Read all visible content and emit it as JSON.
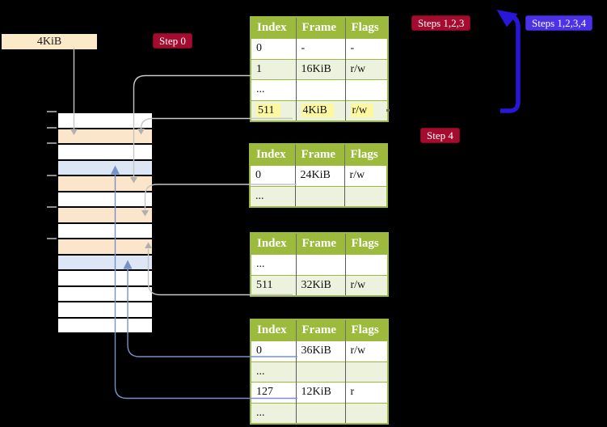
{
  "legend": {
    "frame_size": "4KiB"
  },
  "badges": {
    "step0": "Step 0",
    "steps123": "Steps 1,2,3",
    "steps1234": "Steps 1,2,3,4",
    "step4": "Step 4"
  },
  "table_headers": [
    "Index",
    "Frame",
    "Flags"
  ],
  "page_tables": {
    "pt1": {
      "rows": [
        {
          "cells": [
            "0",
            "-",
            "-"
          ],
          "shaded": false,
          "highlight": false
        },
        {
          "cells": [
            "1",
            "16KiB",
            "r/w"
          ],
          "shaded": true,
          "highlight": false
        },
        {
          "cells": [
            "...",
            "",
            ""
          ],
          "shaded": false,
          "highlight": false
        },
        {
          "cells": [
            "511",
            "4KiB",
            "r/w"
          ],
          "shaded": true,
          "highlight": true
        }
      ]
    },
    "pt2": {
      "rows": [
        {
          "cells": [
            "0",
            "24KiB",
            "r/w"
          ],
          "shaded": false,
          "highlight": false
        },
        {
          "cells": [
            "...",
            "",
            ""
          ],
          "shaded": true,
          "highlight": false
        }
      ]
    },
    "pt3": {
      "rows": [
        {
          "cells": [
            "...",
            "",
            ""
          ],
          "shaded": false,
          "highlight": false
        },
        {
          "cells": [
            "511",
            "32KiB",
            "r/w"
          ],
          "shaded": true,
          "highlight": false
        }
      ]
    },
    "pt4": {
      "rows": [
        {
          "cells": [
            "0",
            "36KiB",
            "r/w"
          ],
          "shaded": false,
          "highlight": false
        },
        {
          "cells": [
            "...",
            "",
            ""
          ],
          "shaded": true,
          "highlight": false
        },
        {
          "cells": [
            "127",
            "12KiB",
            "r"
          ],
          "shaded": false,
          "highlight": false
        },
        {
          "cells": [
            "...",
            "",
            ""
          ],
          "shaded": true,
          "highlight": false
        }
      ]
    }
  },
  "memory_map": {
    "rows": [
      "free",
      "mapped",
      "free",
      "mapped-alt",
      "mapped",
      "free",
      "mapped",
      "free",
      "mapped",
      "mapped-alt",
      "free",
      "free",
      "free",
      "free"
    ],
    "tick_rows": [
      0,
      1,
      2,
      4,
      6,
      8
    ]
  },
  "connectors": [
    {
      "id": "frame-box-to-ram-4kib",
      "color": "gray"
    },
    {
      "id": "pt1-entry1-to-ram-16kib",
      "color": "gray"
    },
    {
      "id": "pt1-entry511-to-ram-4kib",
      "color": "gray"
    },
    {
      "id": "pt2-entry0-to-ram-24kib",
      "color": "gray"
    },
    {
      "id": "pt3-entry511-to-ram-32kib",
      "color": "gray"
    },
    {
      "id": "pt4-entry0-to-ram-36kib",
      "color": "blue"
    },
    {
      "id": "pt4-entry127-to-ram-12kib",
      "color": "blue"
    },
    {
      "id": "loop-back-to-top-table",
      "color": "big-blue"
    }
  ],
  "colors": {
    "table_header_green": "#9cbb3c",
    "table_row_green": "#ecf2de",
    "highlight_yellow": "#fdf8a0",
    "ram_orange": "#fbe5cb",
    "ram_blue": "#dce6f4",
    "badge_dark_red": "#a50a2f",
    "badge_indigo": "#4b31e8",
    "loop_arrow_blue": "#2817d8",
    "connector_gray": "#c6c6c6",
    "connector_blue": "#7593c8",
    "frame_box_wheat": "#faeac7"
  }
}
